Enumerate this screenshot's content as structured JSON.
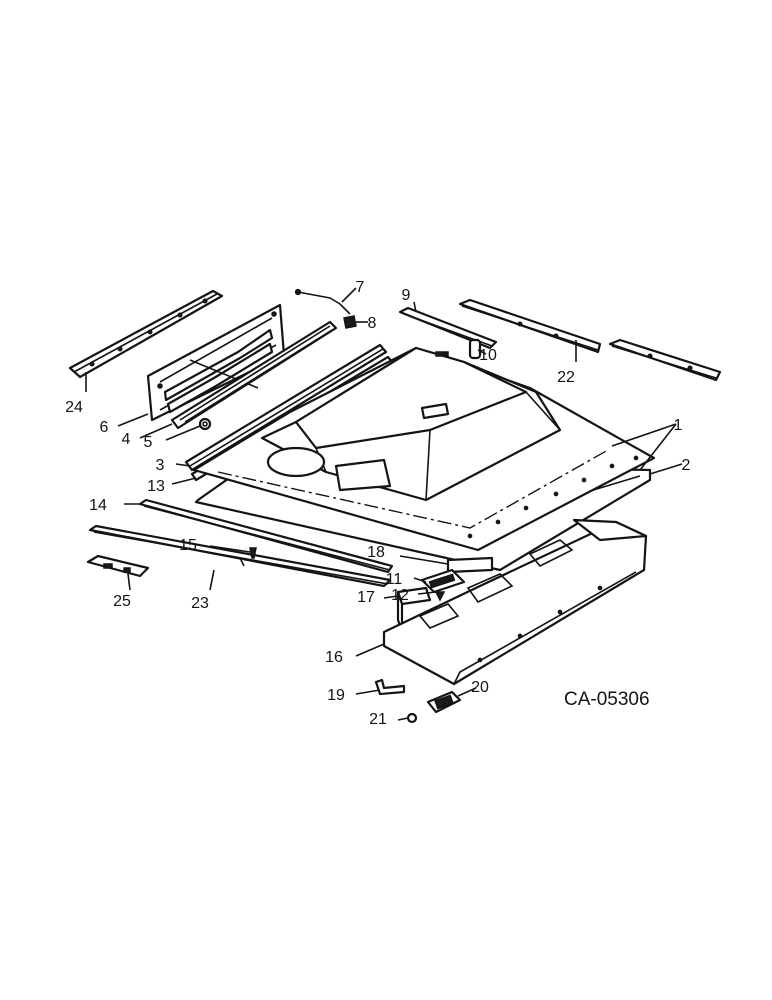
{
  "diagram_code": "CA-05306",
  "callouts": [
    {
      "id": "1",
      "text": "1"
    },
    {
      "id": "2",
      "text": "2"
    },
    {
      "id": "3",
      "text": "3"
    },
    {
      "id": "4",
      "text": "4"
    },
    {
      "id": "5",
      "text": "5"
    },
    {
      "id": "6",
      "text": "6"
    },
    {
      "id": "7",
      "text": "7"
    },
    {
      "id": "8",
      "text": "8"
    },
    {
      "id": "9",
      "text": "9"
    },
    {
      "id": "10",
      "text": "10"
    },
    {
      "id": "11",
      "text": "11"
    },
    {
      "id": "12",
      "text": "12"
    },
    {
      "id": "13",
      "text": "13"
    },
    {
      "id": "14",
      "text": "14"
    },
    {
      "id": "15",
      "text": "15"
    },
    {
      "id": "16",
      "text": "16"
    },
    {
      "id": "17",
      "text": "17"
    },
    {
      "id": "18",
      "text": "18"
    },
    {
      "id": "19",
      "text": "19"
    },
    {
      "id": "20",
      "text": "20"
    },
    {
      "id": "21",
      "text": "21"
    },
    {
      "id": "22",
      "text": "22"
    },
    {
      "id": "23",
      "text": "23"
    },
    {
      "id": "24",
      "text": "24"
    },
    {
      "id": "25",
      "text": "25"
    }
  ]
}
